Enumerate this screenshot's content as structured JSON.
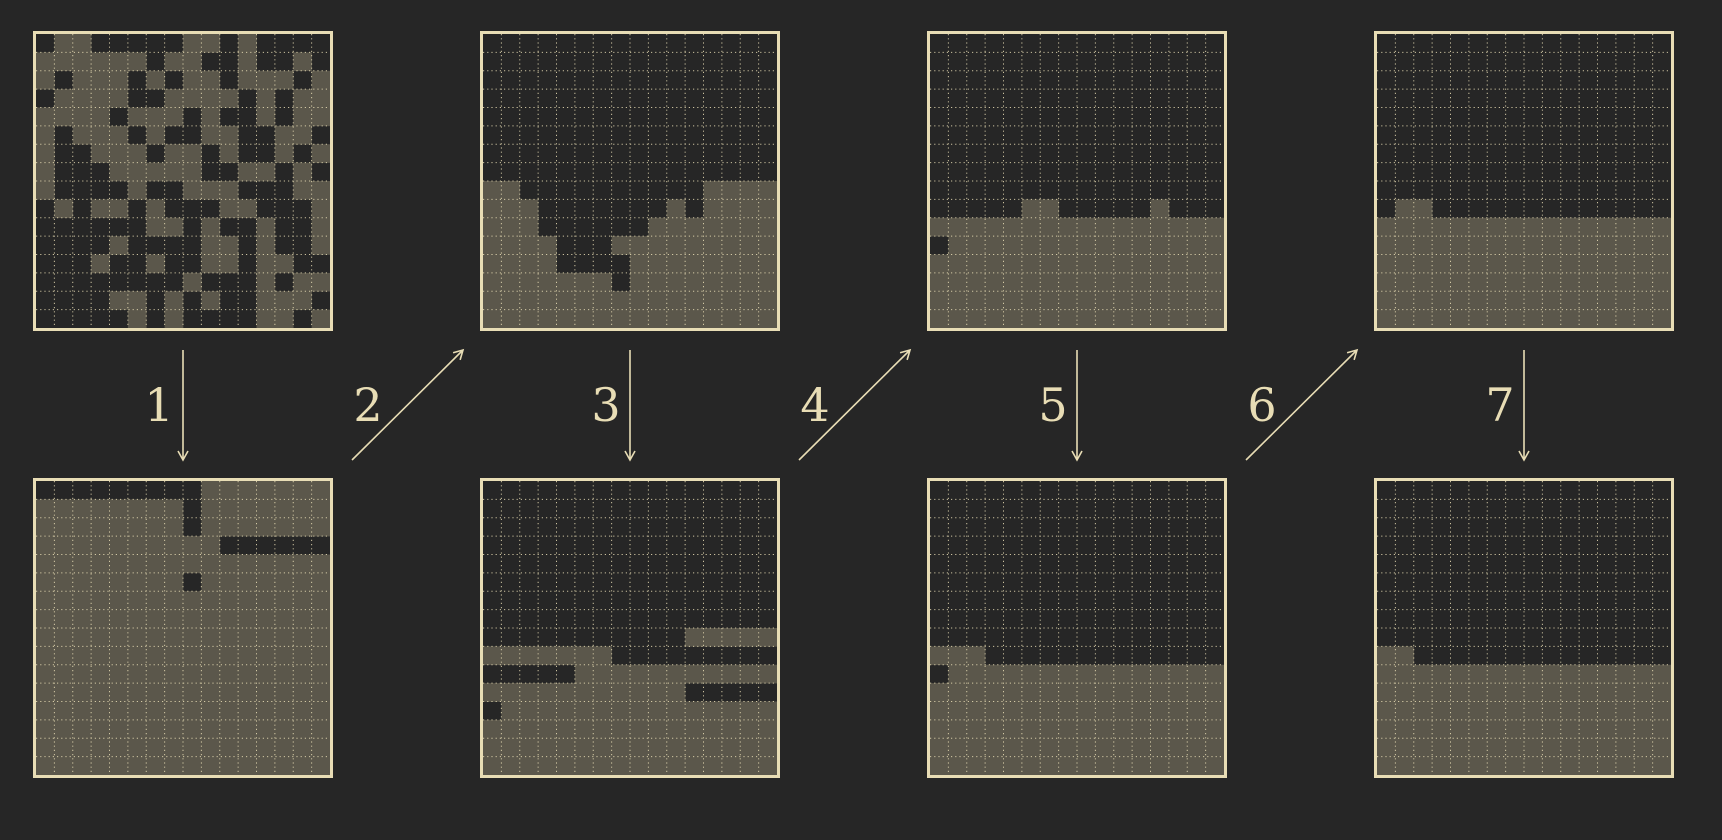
{
  "colors": {
    "background": "#262626",
    "frame": "#e8ddb5",
    "filled_cell": "#5b574b",
    "empty_cell": "#262626",
    "grid_dots": "#e8ddb5"
  },
  "grid_size": 16,
  "panels": [
    {
      "id": "p0",
      "rows": [
        "0110000011010000",
        "1111110110010010",
        "1011101011011101",
        "0111100111101011",
        "1111011101001011",
        "1011101001100110",
        "1001110110100101",
        "1000111110011010",
        "1000010011100011",
        "0101101000110001",
        "0000001101001001",
        "0000100001101001",
        "0001001001101100",
        "0000000010001011",
        "0000110101001110",
        "0000010100001101"
      ]
    },
    {
      "id": "p1",
      "rows": [
        "0000000000000000",
        "0000000000000000",
        "0000000000000000",
        "0000000000000000",
        "0000000000000000",
        "0000000000000000",
        "0000000000000000",
        "0000000000000000",
        "1100000000001111",
        "1110000000101111",
        "1110000001111111",
        "1111000111111111",
        "1111000011111111",
        "1111111011111111",
        "1111111111111111",
        "1111111111111111"
      ]
    },
    {
      "id": "p2",
      "rows": [
        "0000000000000000",
        "0000000000000000",
        "0000000000000000",
        "0000000000000000",
        "0000000000000000",
        "0000000000000000",
        "0000000000000000",
        "0000000000000000",
        "0000000000000000",
        "0000011000001000",
        "1111111111111111",
        "0111111111111111",
        "1111111111111111",
        "1111111111111111",
        "1111111111111111",
        "1111111111111111"
      ]
    },
    {
      "id": "p3",
      "rows": [
        "0000000000000000",
        "0000000000000000",
        "0000000000000000",
        "0000000000000000",
        "0000000000000000",
        "0000000000000000",
        "0000000000000000",
        "0000000000000000",
        "0000000000000000",
        "0110000000000000",
        "1111111111111111",
        "1111111111111111",
        "1111111111111111",
        "1111111111111111",
        "1111111111111111",
        "1111111111111111"
      ]
    },
    {
      "id": "p4",
      "rows": [
        "0000000001111111",
        "1111111101111111",
        "1111111101111111",
        "1111111111000000",
        "1111111111111111",
        "1111111101111111",
        "1111111111111111",
        "1111111111111111",
        "1111111111111111",
        "1111111111111111",
        "1111111111111111",
        "1111111111111111",
        "1111111111111111",
        "1111111111111111",
        "1111111111111111",
        "1111111111111111"
      ]
    },
    {
      "id": "p5",
      "rows": [
        "0000000000000000",
        "0000000000000000",
        "0000000000000000",
        "0000000000000000",
        "0000000000000000",
        "0000000000000000",
        "0000000000000000",
        "0000000000000000",
        "0000000000011111",
        "1111111000000000",
        "0000011111111111",
        "1111111111100000",
        "0111111111111111",
        "1111111111111111",
        "1111111111111111",
        "1111111111111111"
      ]
    },
    {
      "id": "p6",
      "rows": [
        "0000000000000000",
        "0000000000000000",
        "0000000000000000",
        "0000000000000000",
        "0000000000000000",
        "0000000000000000",
        "0000000000000000",
        "0000000000000000",
        "0000000000000000",
        "1110000000000000",
        "0111111111111111",
        "1111111111111111",
        "1111111111111111",
        "1111111111111111",
        "1111111111111111",
        "1111111111111111"
      ]
    },
    {
      "id": "p7",
      "rows": [
        "0000000000000000",
        "0000000000000000",
        "0000000000000000",
        "0000000000000000",
        "0000000000000000",
        "0000000000000000",
        "0000000000000000",
        "0000000000000000",
        "0000000000000000",
        "1100000000000000",
        "1111111111111111",
        "1111111111111111",
        "1111111111111111",
        "1111111111111111",
        "1111111111111111",
        "1111111111111111"
      ]
    }
  ],
  "steps": [
    {
      "label": "1",
      "direction": "down"
    },
    {
      "label": "2",
      "direction": "diagonal-up-right"
    },
    {
      "label": "3",
      "direction": "down"
    },
    {
      "label": "4",
      "direction": "diagonal-up-right"
    },
    {
      "label": "5",
      "direction": "down"
    },
    {
      "label": "6",
      "direction": "diagonal-up-right"
    },
    {
      "label": "7",
      "direction": "down"
    }
  ]
}
